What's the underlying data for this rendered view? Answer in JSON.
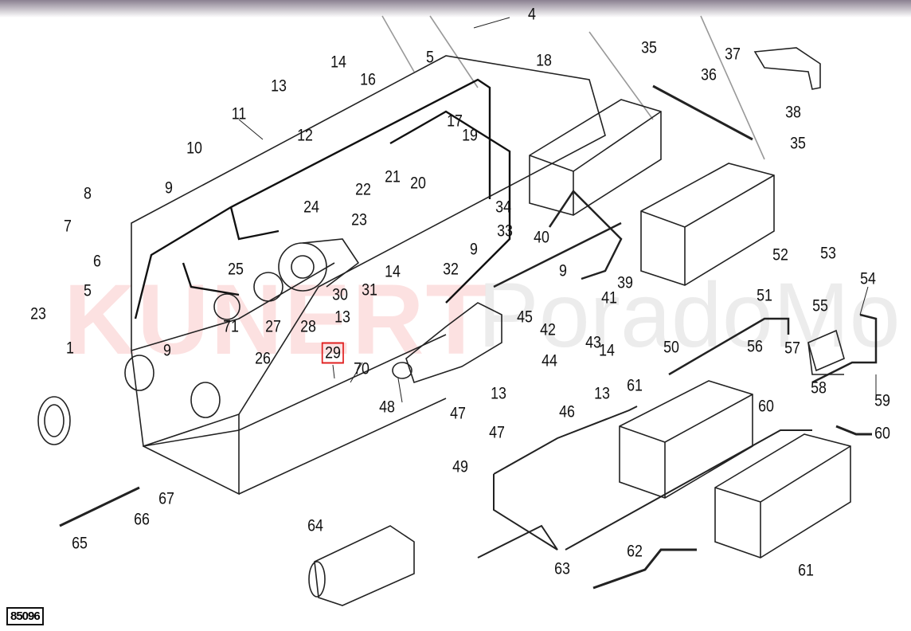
{
  "diagram": {
    "drawing_code": "85096",
    "highlighted_callout": "29",
    "highlight_color": "#e02020",
    "watermark": {
      "primary": "KUNERT",
      "secondary": "PoradoMo"
    },
    "callouts": [
      "4",
      "5",
      "18",
      "35",
      "37",
      "36",
      "14",
      "16",
      "13",
      "11",
      "38",
      "35",
      "17",
      "19",
      "12",
      "10",
      "9",
      "22",
      "21",
      "20",
      "8",
      "24",
      "23",
      "34",
      "33",
      "7",
      "40",
      "9",
      "53",
      "52",
      "6",
      "25",
      "14",
      "32",
      "9",
      "54",
      "31",
      "30",
      "5",
      "39",
      "41",
      "51",
      "55",
      "23",
      "45",
      "27",
      "28",
      "71",
      "13",
      "42",
      "43",
      "9",
      "26",
      "29",
      "50",
      "56",
      "57",
      "14",
      "1",
      "70",
      "44",
      "58",
      "13",
      "13",
      "48",
      "61",
      "60",
      "59",
      "47",
      "46",
      "47",
      "60",
      "49",
      "67",
      "66",
      "65",
      "64",
      "62",
      "63",
      "61"
    ]
  }
}
